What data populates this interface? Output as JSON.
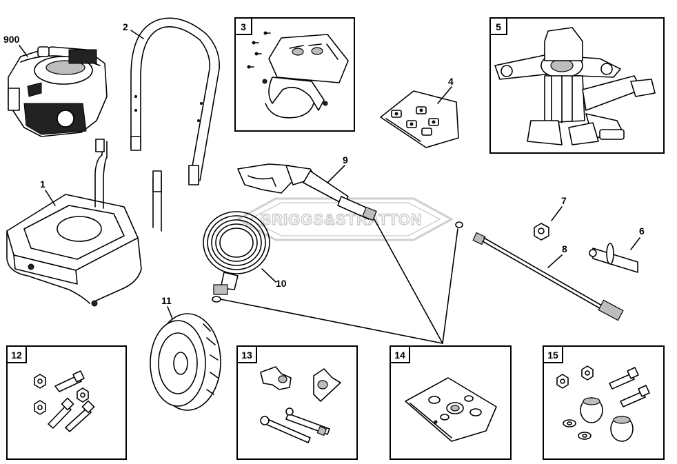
{
  "watermark": {
    "text": "BRIGGS&STRATTON"
  },
  "callouts": {
    "engine": "900",
    "frame": "1",
    "handle": "2",
    "bracket_kit": "3",
    "nozzle_kit": "4",
    "pump": "5",
    "axle": "6",
    "nut": "7",
    "wand": "8",
    "gun": "9",
    "hose": "10",
    "wheel": "11",
    "bolt_kit": "12",
    "knob_kit": "13",
    "oring_kit": "14",
    "vibration_kit": "15"
  }
}
